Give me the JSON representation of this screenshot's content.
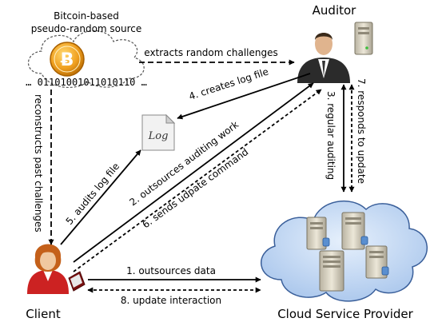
{
  "source": {
    "title_line1": "Bitcoin-based",
    "title_line2": "pseudo-random source",
    "bitstring": "… 01101001011010110 …",
    "coin_symbol": "Ƀ"
  },
  "auditor": {
    "label": "Auditor"
  },
  "client": {
    "label": "Client"
  },
  "provider": {
    "label": "Cloud Service Provider"
  },
  "logfile": {
    "label": "Log"
  },
  "arrows": {
    "extracts": "extracts random challenges",
    "creates_log": "4. creates log file",
    "regular_auditing": "3. regular auditing",
    "responds": "7. responds to update",
    "reconstructs": "reconstructs past challenges",
    "audits_log": "5. audits log file",
    "outsources_work": "2. outsources auditing work",
    "sends_update": "6. sends udpate command",
    "outsources_data": "1. outsources data",
    "update_interaction": "8. update interaction"
  },
  "colors": {
    "coin": "#f0a020",
    "cloud_fill": "#c9dcf4",
    "cloud_stroke": "#3a5f9a",
    "server": "#d8d2c0",
    "client_shirt": "#cc2222",
    "hair": "#c4601a"
  }
}
